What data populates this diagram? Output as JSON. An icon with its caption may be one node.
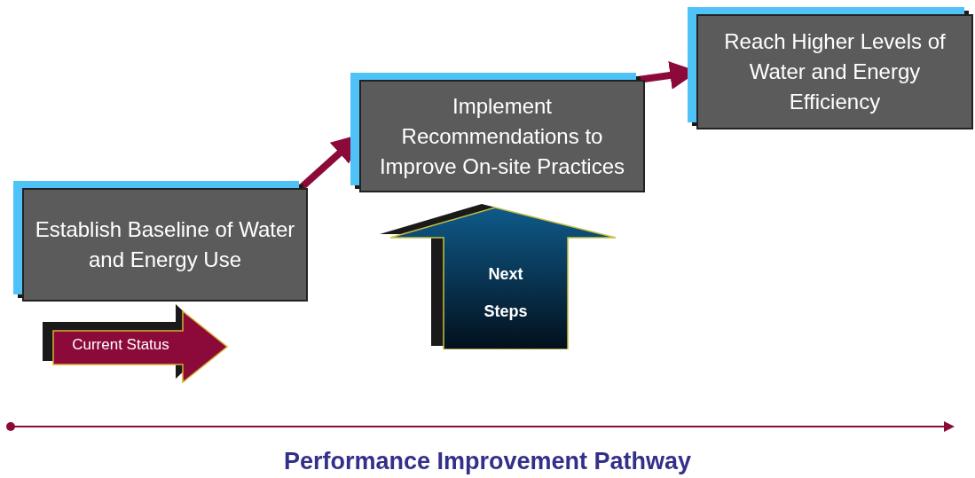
{
  "diagram": {
    "nodes": [
      {
        "text": [
          "Establish Baseline of Water and Energy Use"
        ]
      },
      {
        "text": [
          "Implement Recommendations to Improve On-site Practices"
        ]
      },
      {
        "text": [
          "Reach Higher Levels of Water and Energy Efficiency"
        ]
      },
      {
        "text": [
          "Current Status"
        ]
      },
      {
        "text": [
          "Next Steps"
        ]
      }
    ],
    "edges": [
      {
        "from": 0,
        "to": 1,
        "arrow": "to"
      },
      {
        "from": 1,
        "to": 2,
        "arrow": "to"
      }
    ],
    "labels": [
      "Performance Improvement Pathway"
    ]
  }
}
